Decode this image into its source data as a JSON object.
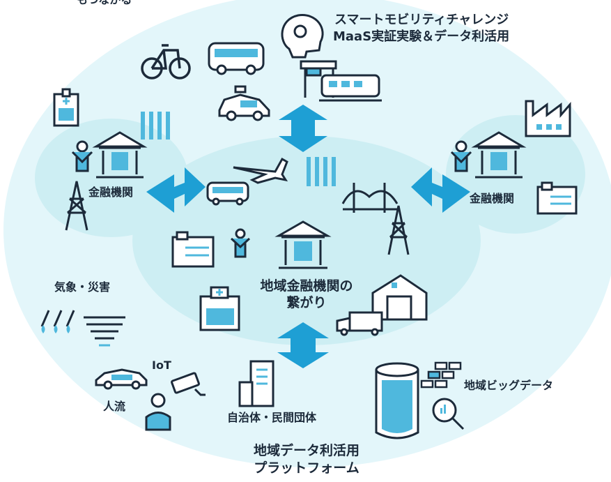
{
  "labels": {
    "top_cut": "もつながる",
    "smart_mobility": "スマートモビリティチャレンジ",
    "maas": "MaaS実証実験＆データ利活用",
    "left_bank": "金融機関",
    "right_bank": "金融機関",
    "weather": "気象・災害",
    "center_line1": "地域金融機関の",
    "center_line2": "繋がり",
    "iot": "IoT",
    "people_flow": "人流",
    "municipality": "自治体・民間団体",
    "big_data": "地域ビッグデータ",
    "platform_line1": "地域データ利活用",
    "platform_line2": "プラットフォーム"
  },
  "colors": {
    "outer_bg": "#e3f6fa",
    "inner_bg": "#cdeef3",
    "arrow": "#1e9fd4",
    "accent": "#4fb8dd",
    "outline": "#1c2a3a"
  },
  "icons": [
    "bicycle-icon",
    "bus-icon",
    "brain-gear-icon",
    "station-icon",
    "train-icon",
    "taxi-icon",
    "hospital-icon",
    "rice-icon",
    "factory-icon",
    "person-icon",
    "bank-icon",
    "tower-icon",
    "office-icon",
    "airplane-icon",
    "bridge-icon",
    "warehouse-icon",
    "truck-icon",
    "rain-icon",
    "tornado-icon",
    "car-icon",
    "camera-icon",
    "building-icon",
    "database-icon",
    "magnifier-chart-icon",
    "blocks-icon"
  ]
}
